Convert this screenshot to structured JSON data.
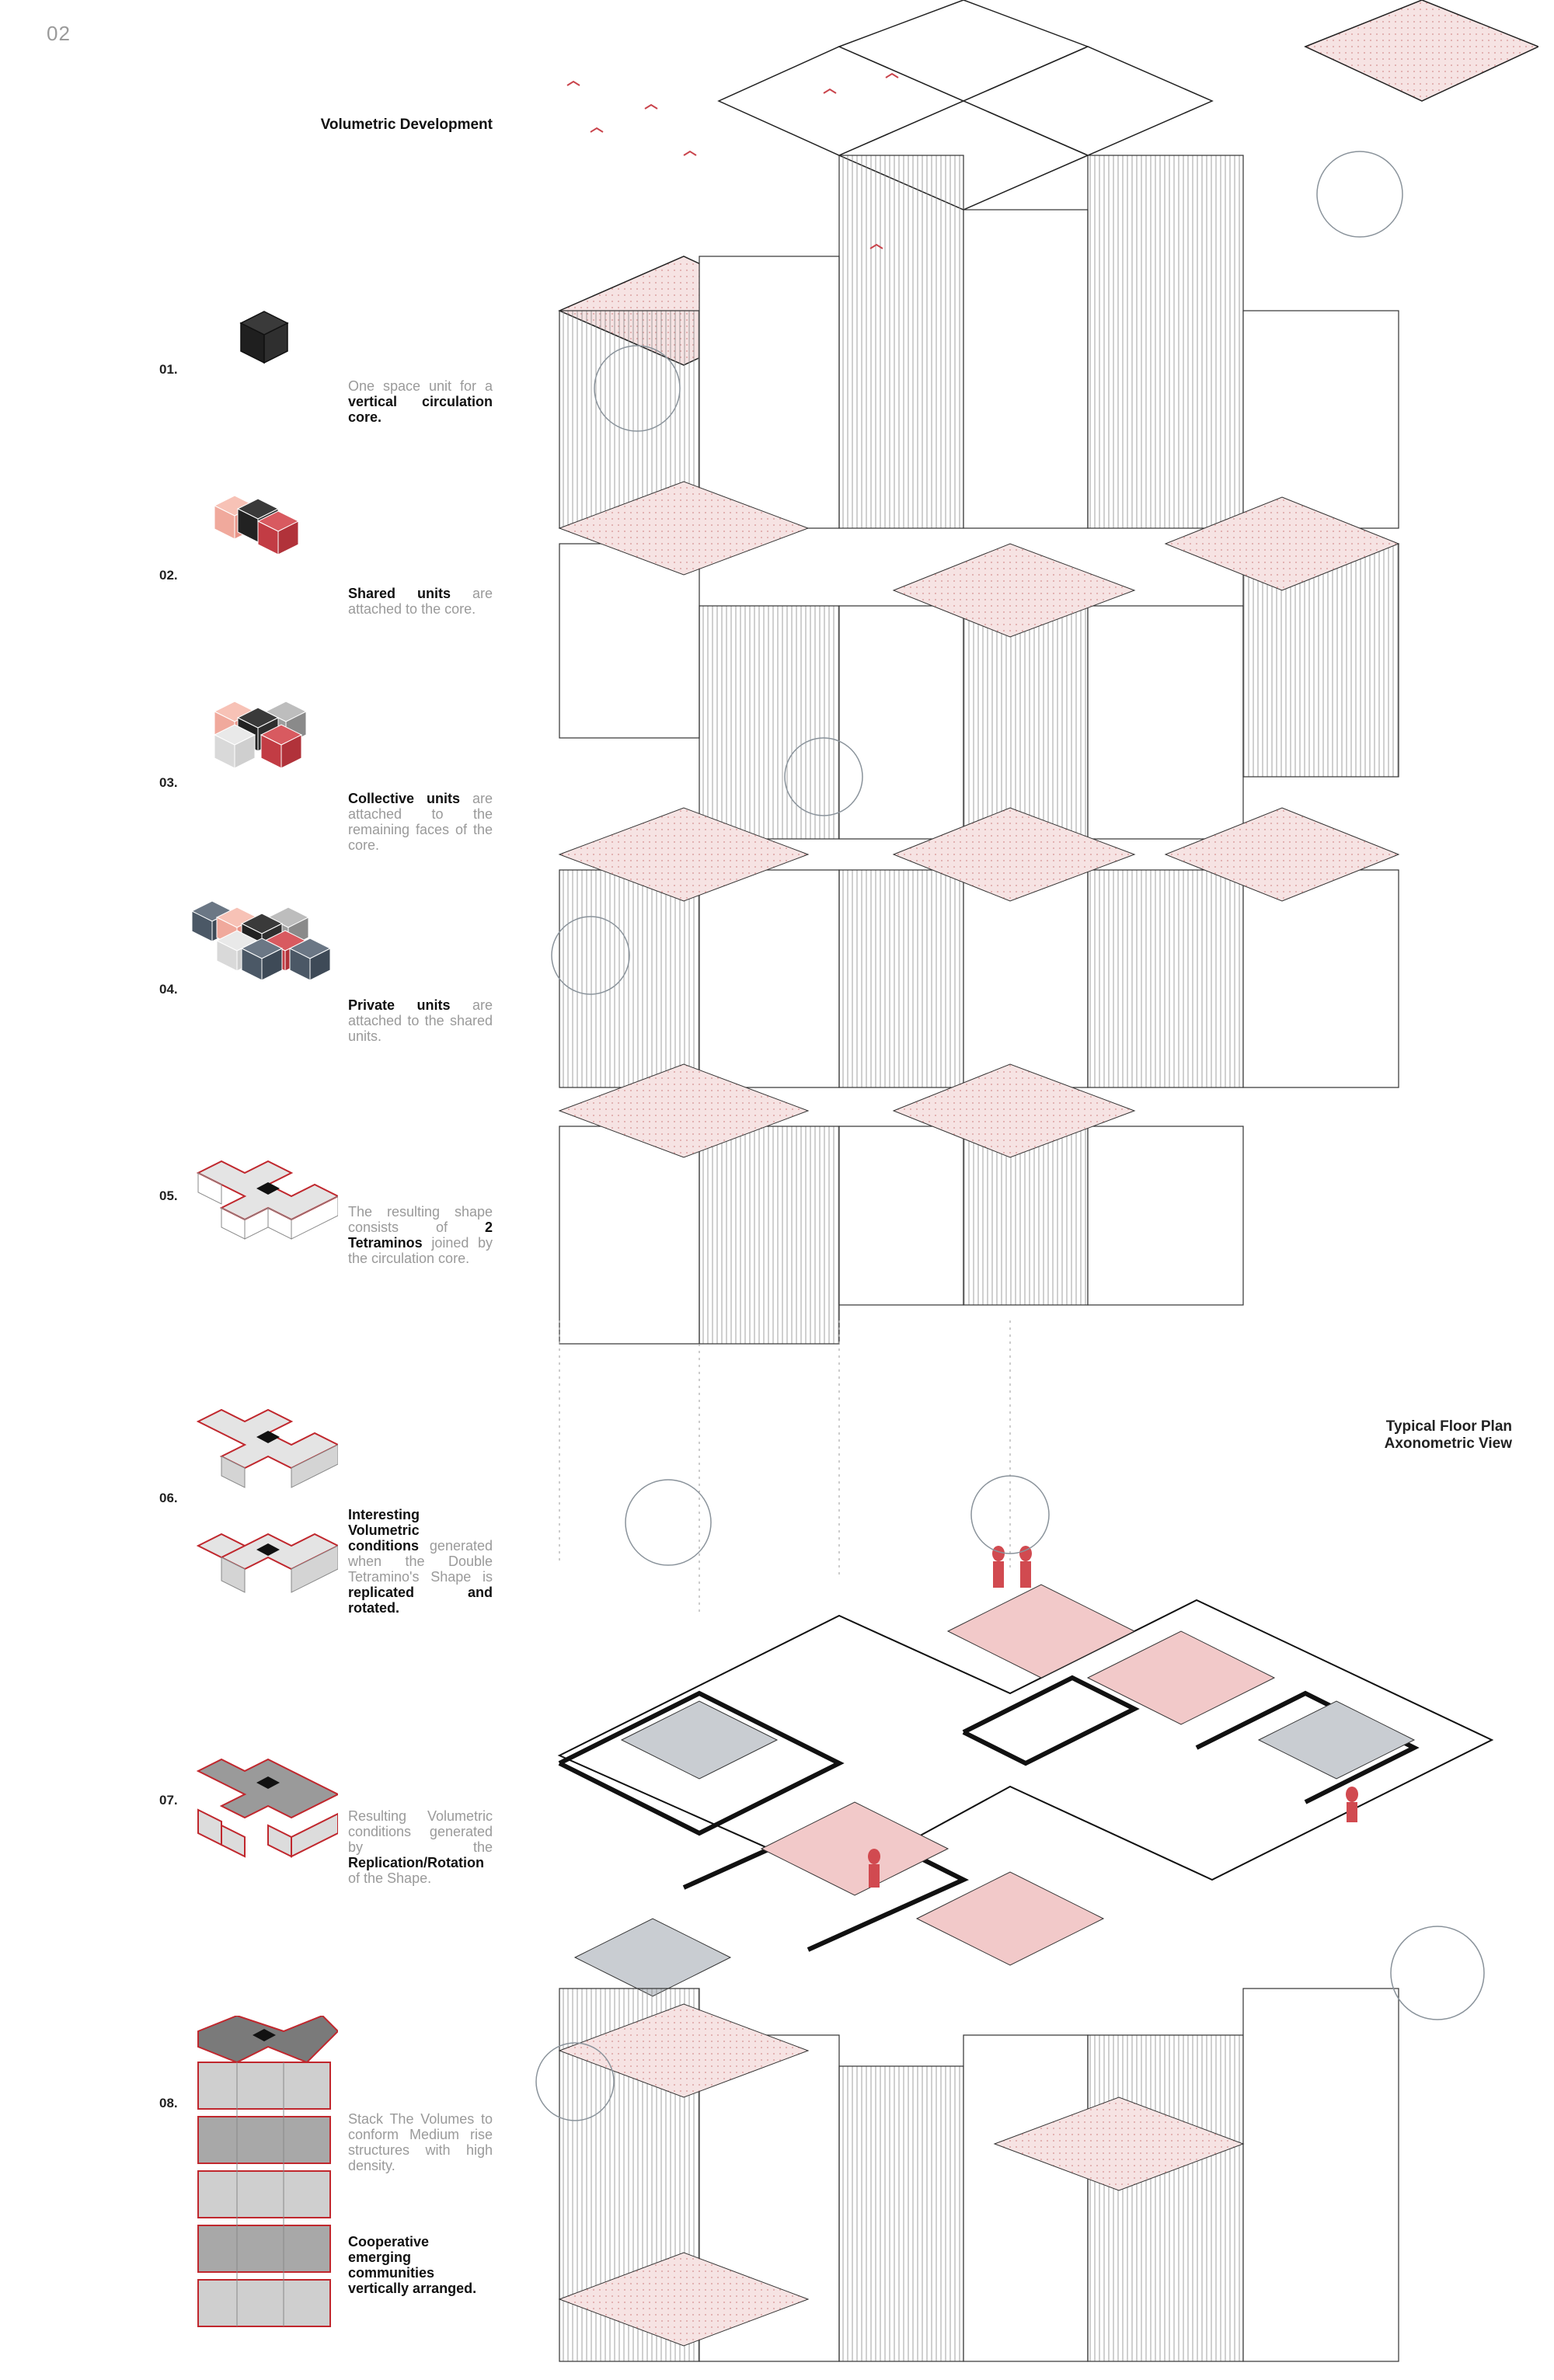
{
  "page_number": "02",
  "section_title": "Volumetric Development",
  "steps": [
    {
      "num": "01.",
      "text_html": "One space unit for a <b>vertical circulation core.</b>"
    },
    {
      "num": "02.",
      "text_html": "<b>Shared units</b> are attached to the core."
    },
    {
      "num": "03.",
      "text_html": "<b>Collective units</b> are attached to the remaining faces of the core."
    },
    {
      "num": "04.",
      "text_html": "<b>Private units</b> are attached to the shared units."
    },
    {
      "num": "05.",
      "text_html": "The resulting shape consists of <b>2 Tetraminos</b> joined by the circulation core."
    },
    {
      "num": "06.",
      "text_html": "<b>Interesting Volumetric conditions</b> generated when the Double Tetramino's Shape is <b>replicated and rotated.</b>"
    },
    {
      "num": "07.",
      "text_html": "Resulting Volumetric conditions generated by the <b>Replication/Rotation</b> of the Shape."
    },
    {
      "num": "08.",
      "text_html": "Stack The Volumes to conform Medium rise structures with high density."
    },
    {
      "num": "",
      "text_html": "<b>Cooperative emerging communities vertically arranged.</b>"
    }
  ],
  "floor_plan_title_line1": "Typical Floor Plan",
  "floor_plan_title_line2": "Axonometric View",
  "colors": {
    "core": "#2b2b2b",
    "shared": "#c9434b",
    "shared_light": "#f2b3a8",
    "collective": "#cfcfcf",
    "private": "#4b5866",
    "outline_red": "#c0272d",
    "terrace": "#f4d9d9"
  }
}
